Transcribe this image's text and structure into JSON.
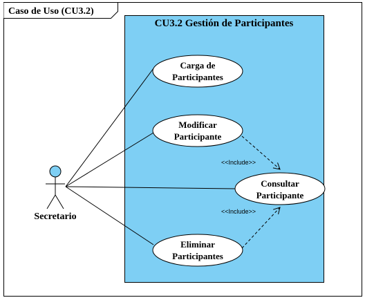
{
  "frame": {
    "title": "Caso de Uso (CU3.2)"
  },
  "system": {
    "title": "CU3.2 Gestión de Participantes",
    "fill_color": "#7ecff4"
  },
  "actor": {
    "name": "Secretario",
    "head_color": "#7ecff4"
  },
  "use_cases": [
    {
      "id": "carga",
      "line1": "Carga de",
      "line2": "Participantes"
    },
    {
      "id": "modificar",
      "line1": "Modificar",
      "line2": "Participante"
    },
    {
      "id": "consultar",
      "line1": "Consultar",
      "line2": "Participante"
    },
    {
      "id": "eliminar",
      "line1": "Eliminar",
      "line2": "Participantes"
    }
  ],
  "relationships": [
    {
      "from": "modificar",
      "to": "consultar",
      "stereotype": "<<Include>>"
    },
    {
      "from": "eliminar",
      "to": "consultar",
      "stereotype": "<<Include>>"
    }
  ]
}
